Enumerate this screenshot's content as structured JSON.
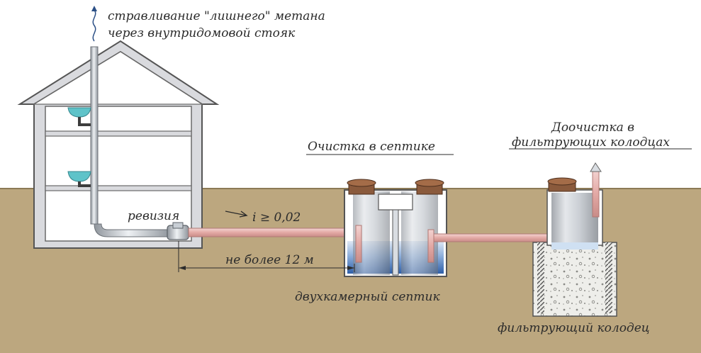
{
  "labels": {
    "methane_line1": "стравливание \"лишнего\" метана",
    "methane_line2": "через внутридомовой стояк",
    "revision": "ревизия",
    "slope": "i ≥ 0,02",
    "distance": "не более 12 м",
    "septic_cleaning": "Очистка в септике",
    "post_cleaning_line1": "Доочистка в",
    "post_cleaning_line2": "фильтрующих колодцах",
    "two_chamber": "двухкамерный септик",
    "filter_well": "фильтрующий колодец"
  },
  "colors": {
    "soil": "#bca77f",
    "house_wall": "#d9dade",
    "house_line": "#5a5a5a",
    "pipe_pink": "#e9b9b6",
    "pipe_grey": "#b9bfc6",
    "water": "#3f6fb5",
    "lid": "#8a5a3c"
  }
}
